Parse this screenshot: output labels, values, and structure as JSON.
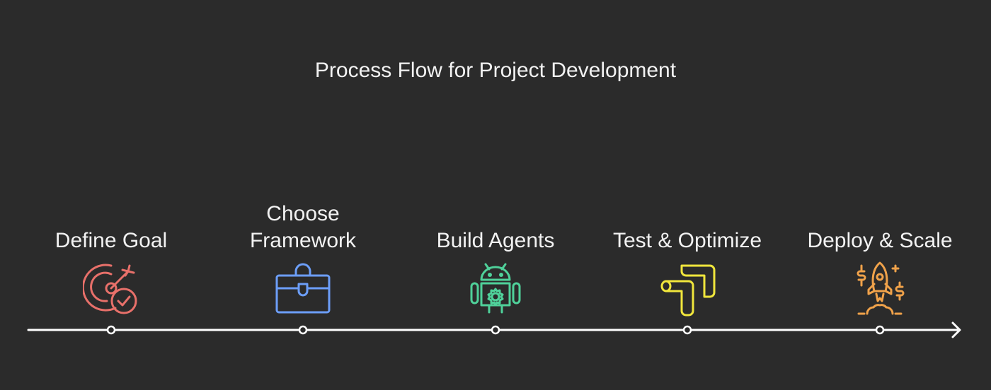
{
  "title": "Process Flow for Project Development",
  "steps": [
    {
      "label": "Define Goal",
      "icon": "target-check-icon",
      "color": "#e8706a"
    },
    {
      "label": "Choose Framework",
      "icon": "toolbox-icon",
      "color": "#6c9ef8"
    },
    {
      "label": "Build Agents",
      "icon": "android-gear-icon",
      "color": "#4fd19a"
    },
    {
      "label": "Test & Optimize",
      "icon": "pipe-flow-icon",
      "color": "#f0e63c"
    },
    {
      "label": "Deploy & Scale",
      "icon": "rocket-dollar-icon",
      "color": "#f0a24a"
    }
  ],
  "colors": {
    "background": "#2b2b2b",
    "line": "#ffffff"
  }
}
